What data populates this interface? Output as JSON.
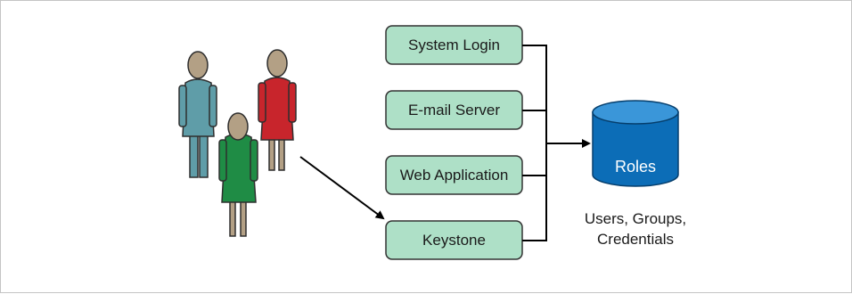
{
  "services": [
    {
      "label": "System Login"
    },
    {
      "label": "E-mail Server"
    },
    {
      "label": "Web Application"
    },
    {
      "label": "Keystone"
    }
  ],
  "store": {
    "label": "Roles",
    "caption_lines": [
      "Users, Groups,",
      "Credentials"
    ]
  },
  "users": [
    {
      "icon": "person-icon",
      "color": "#5f9da8"
    },
    {
      "icon": "person-icon",
      "color": "#c8252c"
    },
    {
      "icon": "person-icon",
      "color": "#1f8c45"
    }
  ],
  "colors": {
    "service_fill": "#aee0c7",
    "service_stroke": "#333333",
    "database_fill": "#0c6db7",
    "database_top": "#3a96d9",
    "skin": "#b3a085",
    "connector": "#000000"
  }
}
